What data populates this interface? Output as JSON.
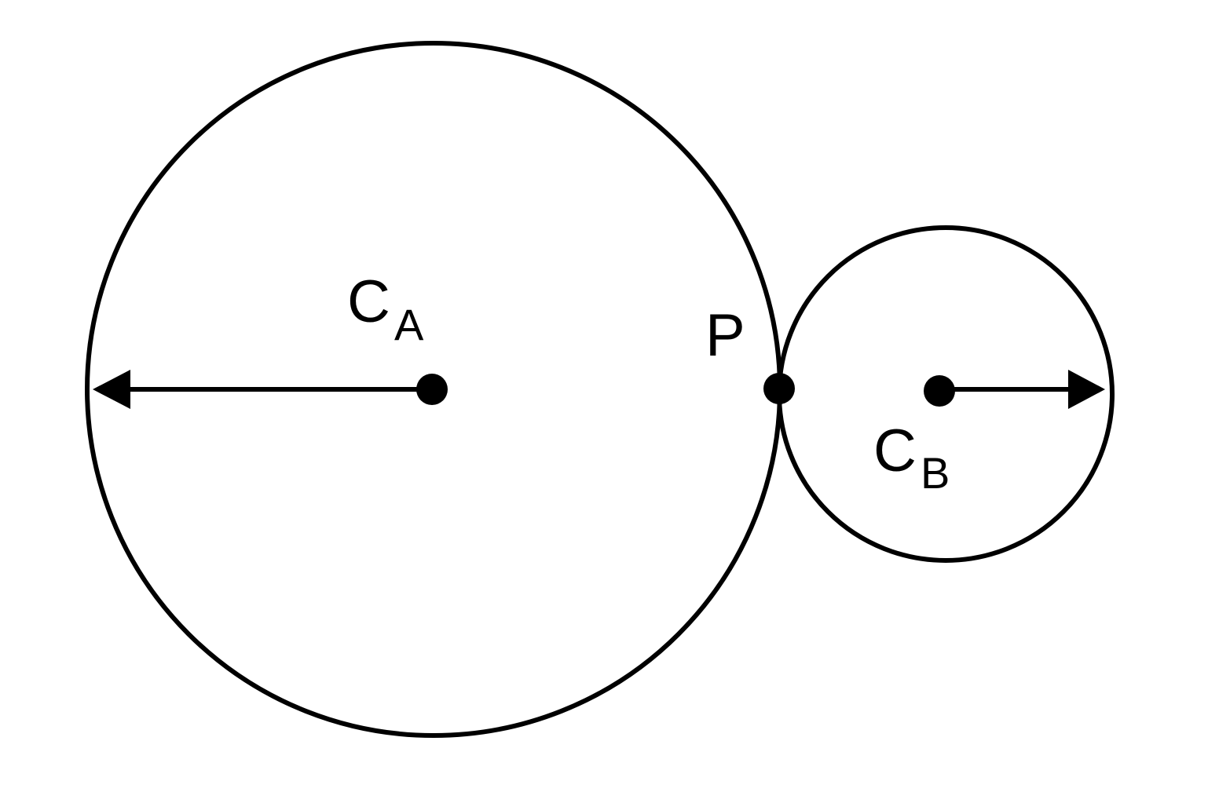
{
  "colors": {
    "background": "#ffffff",
    "ink": "#000000"
  },
  "labels": {
    "circle_a": {
      "main": "C",
      "sub": "A"
    },
    "circle_b": {
      "main": "C",
      "sub": "B"
    },
    "tangent_point": "P"
  }
}
